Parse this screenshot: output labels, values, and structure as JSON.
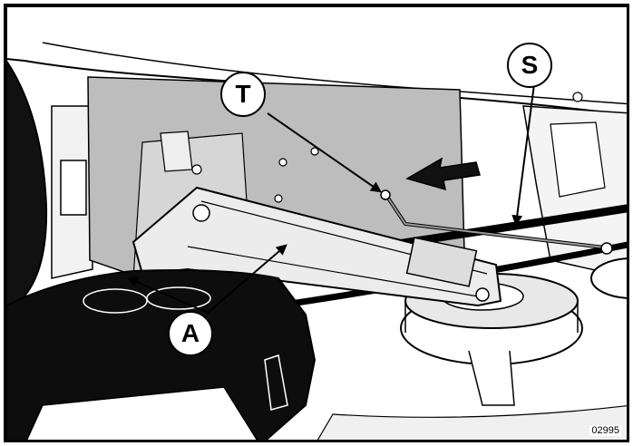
{
  "callouts": {
    "t_label": "T",
    "s_label": "S",
    "a_label": "A"
  },
  "figure_number": "02995",
  "colors": {
    "line": "#000000",
    "panel_gray": "#bdbdbd",
    "light_gray": "#dcdcdc",
    "dark": "#111111",
    "background": "#ffffff"
  }
}
